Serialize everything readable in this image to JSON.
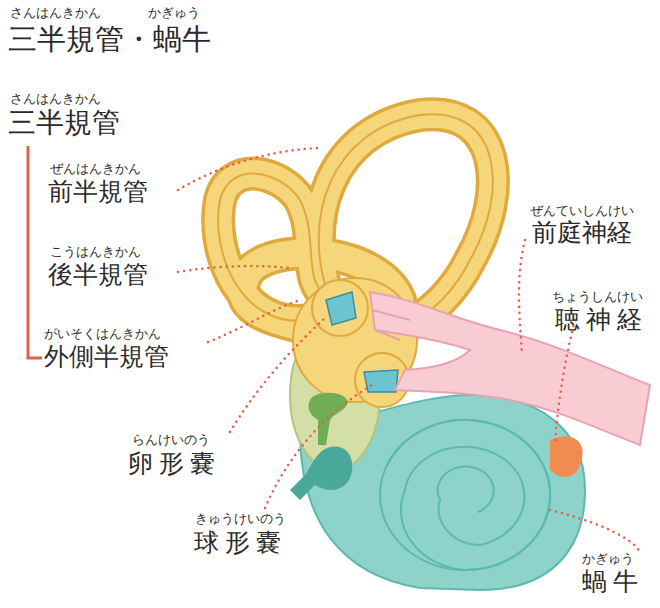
{
  "diagram": {
    "title": "三半規管・蝸牛",
    "labels": [
      "さんはんきかん",
      "かぎゅう",
      "さんはんきかん",
      "三半規管",
      "ぜんはんきかん",
      "前半規管",
      "こうはんきかん",
      "後半規管",
      "がいそくはんきかん",
      "外側半規管",
      "ぜんていしんけい",
      "前庭神経",
      "ちょうしんけい",
      "聴神経",
      "らんけいのう",
      "卵形嚢",
      "きゅうけいのう",
      "球形嚢",
      "かぎゅう",
      "蝸牛"
    ]
  }
}
